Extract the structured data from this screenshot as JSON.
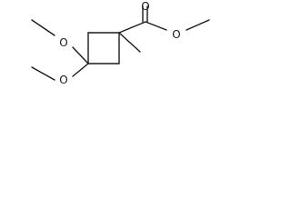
{
  "molecule": {
    "atoms": {
      "o_methoxy_top": "O",
      "o_methoxy_bottom": "O",
      "o_carbonyl": "O",
      "o_ester": "O"
    }
  },
  "colors": {
    "bond": "#1a1a1a",
    "background": "#ffffff"
  }
}
